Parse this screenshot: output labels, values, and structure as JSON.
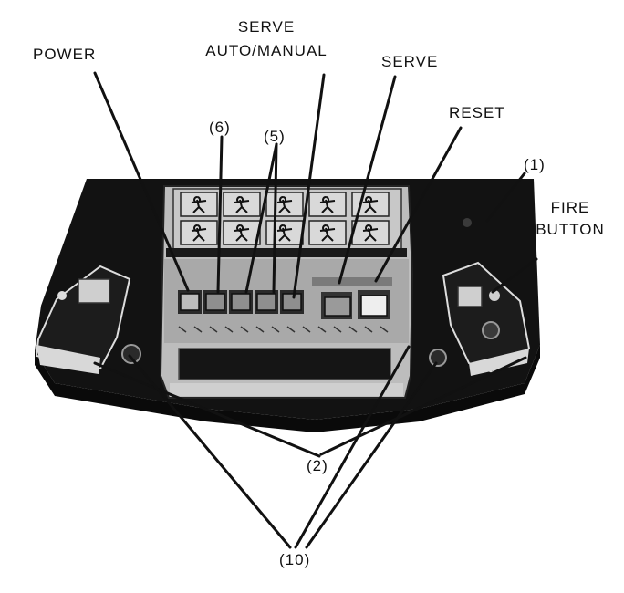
{
  "labels": {
    "power": "POWER",
    "serve_auto_line1": "SERVE",
    "serve_auto_line2": "AUTO/MANUAL",
    "serve": "SERVE",
    "reset": "RESET",
    "callout_1": "(1)",
    "fire_line1": "FIRE",
    "fire_line2": "BUTTON",
    "callout_6": "(6)",
    "callout_5": "(5)",
    "callout_2": "(2)",
    "callout_10": "(10)"
  },
  "game_icons": [
    "skier-icon",
    "race-car-icon",
    "hockey-icon",
    "soccer-icon",
    "shooting-icon",
    "basketball-icon",
    "tennis-icon",
    "handball-icon",
    "squash-icon",
    "rifle-icon"
  ],
  "colors": {
    "console_body": "#111111",
    "panel": "#b9b9b9",
    "panel_dark": "#8e8e8e",
    "button_face": "#d6d6d6",
    "ink": "#111111"
  }
}
